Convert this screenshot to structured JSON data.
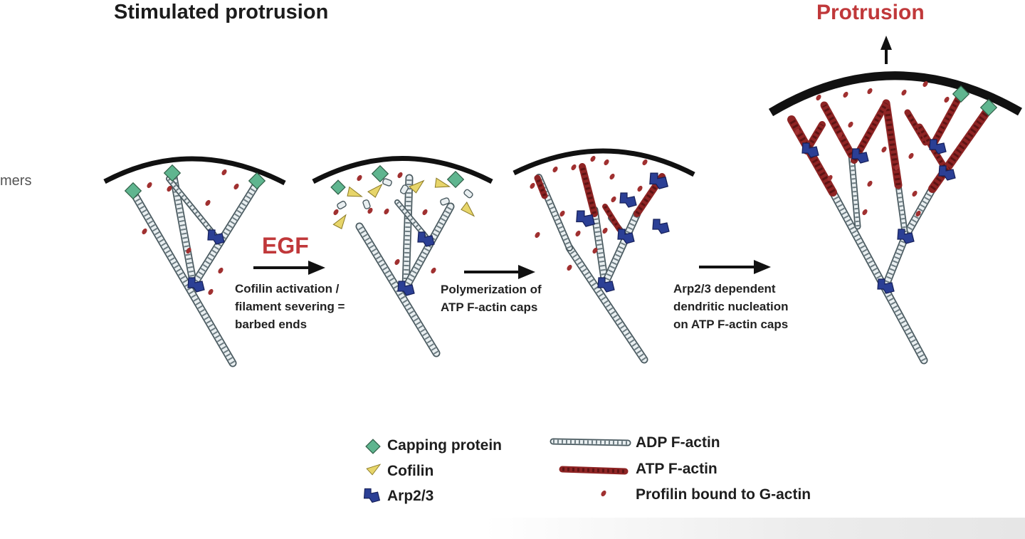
{
  "titles": {
    "left": "Stimulated protrusion",
    "right": "Protrusion"
  },
  "cut_off_text": "mers",
  "stimulus": "EGF",
  "steps": [
    {
      "lines": [
        "Cofilin activation /",
        "filament severing =",
        "barbed ends"
      ]
    },
    {
      "lines": [
        "Polymerization of",
        "ATP F-actin caps"
      ]
    },
    {
      "lines": [
        "Arp2/3 dependent",
        "dendritic nucleation",
        "on ATP F-actin caps"
      ]
    }
  ],
  "legend": {
    "capping_protein": "Capping protein",
    "cofilin": "Cofilin",
    "arp23": "Arp2/3",
    "adp_f_actin": "ADP F-actin",
    "atp_f_actin": "ATP F-actin",
    "profilin": "Profilin bound to G-actin"
  },
  "colors": {
    "accent_red": "#c0383a",
    "adp_actin_fill": "#e9eff1",
    "adp_actin_stroke": "#4a5a60",
    "atp_actin": "#8e2424",
    "capping_protein": "#5fb58f",
    "cofilin": "#e7d56a",
    "arp23": "#2b3f95",
    "profilin": "#a03030",
    "membrane": "#111111"
  },
  "icons": {
    "up_arrow": "arrow-up-icon",
    "right_arrow": "arrow-right-icon"
  }
}
